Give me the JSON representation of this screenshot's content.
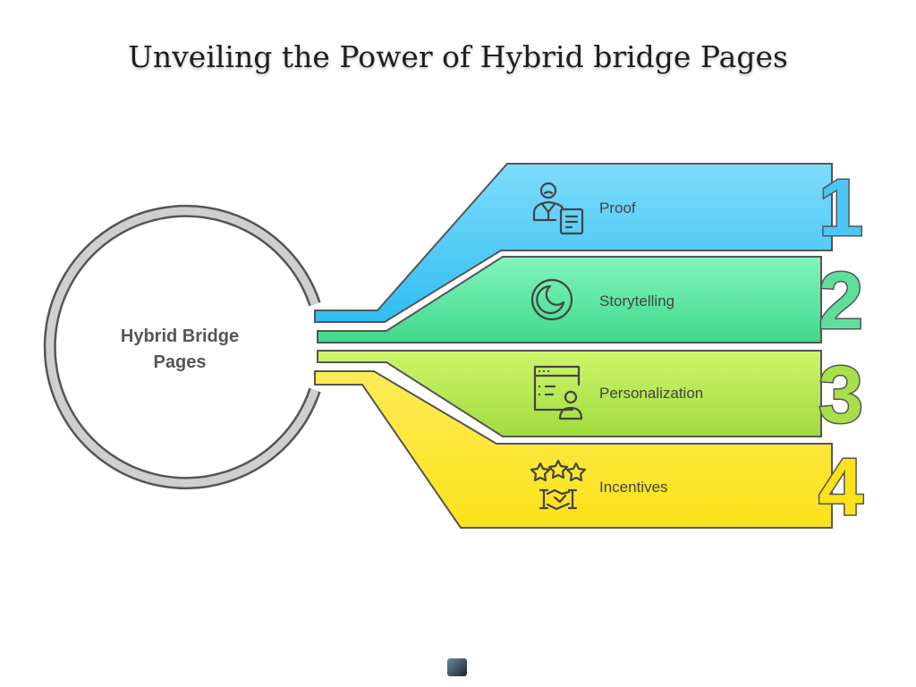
{
  "title": "Unveiling the Power of Hybrid bridge Pages",
  "center": {
    "label_line1": "Hybrid Bridge",
    "label_line2": "Pages"
  },
  "items": [
    {
      "number": "1",
      "label": "Proof",
      "icon": "person-document-icon",
      "color": "#4cc6f5"
    },
    {
      "number": "2",
      "label": "Storytelling",
      "icon": "moon-circle-icon",
      "color": "#5edf9c"
    },
    {
      "number": "3",
      "label": "Personalization",
      "icon": "browser-user-icon",
      "color": "#b8e858"
    },
    {
      "number": "4",
      "label": "Incentives",
      "icon": "stars-handshake-icon",
      "color": "#fde93a"
    }
  ]
}
